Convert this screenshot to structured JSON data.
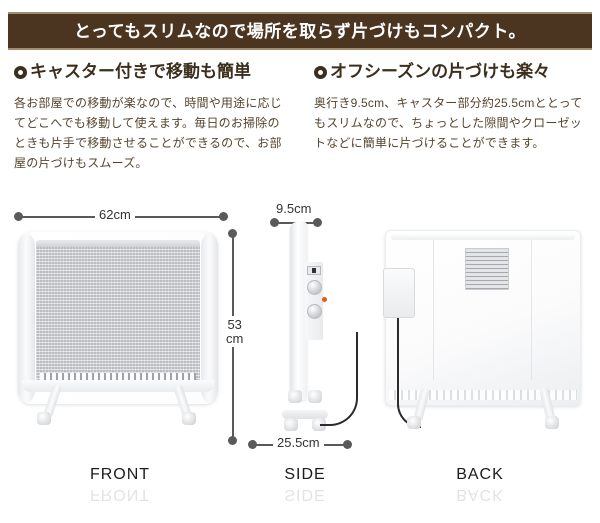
{
  "banner": {
    "text": "とってもスリムなので場所を取らず片づけもコンパクト。",
    "bg_color": "#4b3520",
    "border_color": "#a08e6e",
    "text_color": "#ffffff"
  },
  "features": [
    {
      "bullet": "ring-bullet-icon",
      "heading": "キャスター付きで移動も簡単",
      "body": "各お部屋での移動が楽なので、時間や用途に応じてどこへでも移動して使えます。毎日のお掃除のときも片手で移動させることができるので、お部屋の片づけもスムーズ。"
    },
    {
      "bullet": "ring-bullet-icon",
      "heading": "オフシーズンの片づけも楽々",
      "body": "奥行き9.5cm、キャスター部分約25.5cmととってもスリムなので、ちょっとした隙間やクローゼットなどに簡単に片づけることができます。"
    }
  ],
  "dimensions": {
    "front_width": "62cm",
    "front_height_value": "53",
    "front_height_unit": "cm",
    "side_depth": "9.5cm",
    "side_base_width": "25.5cm",
    "marker_color": "#5a5a5a",
    "label_color": "#333333"
  },
  "views": [
    {
      "caption": "FRONT"
    },
    {
      "caption": "SIDE"
    },
    {
      "caption": "BACK"
    }
  ]
}
